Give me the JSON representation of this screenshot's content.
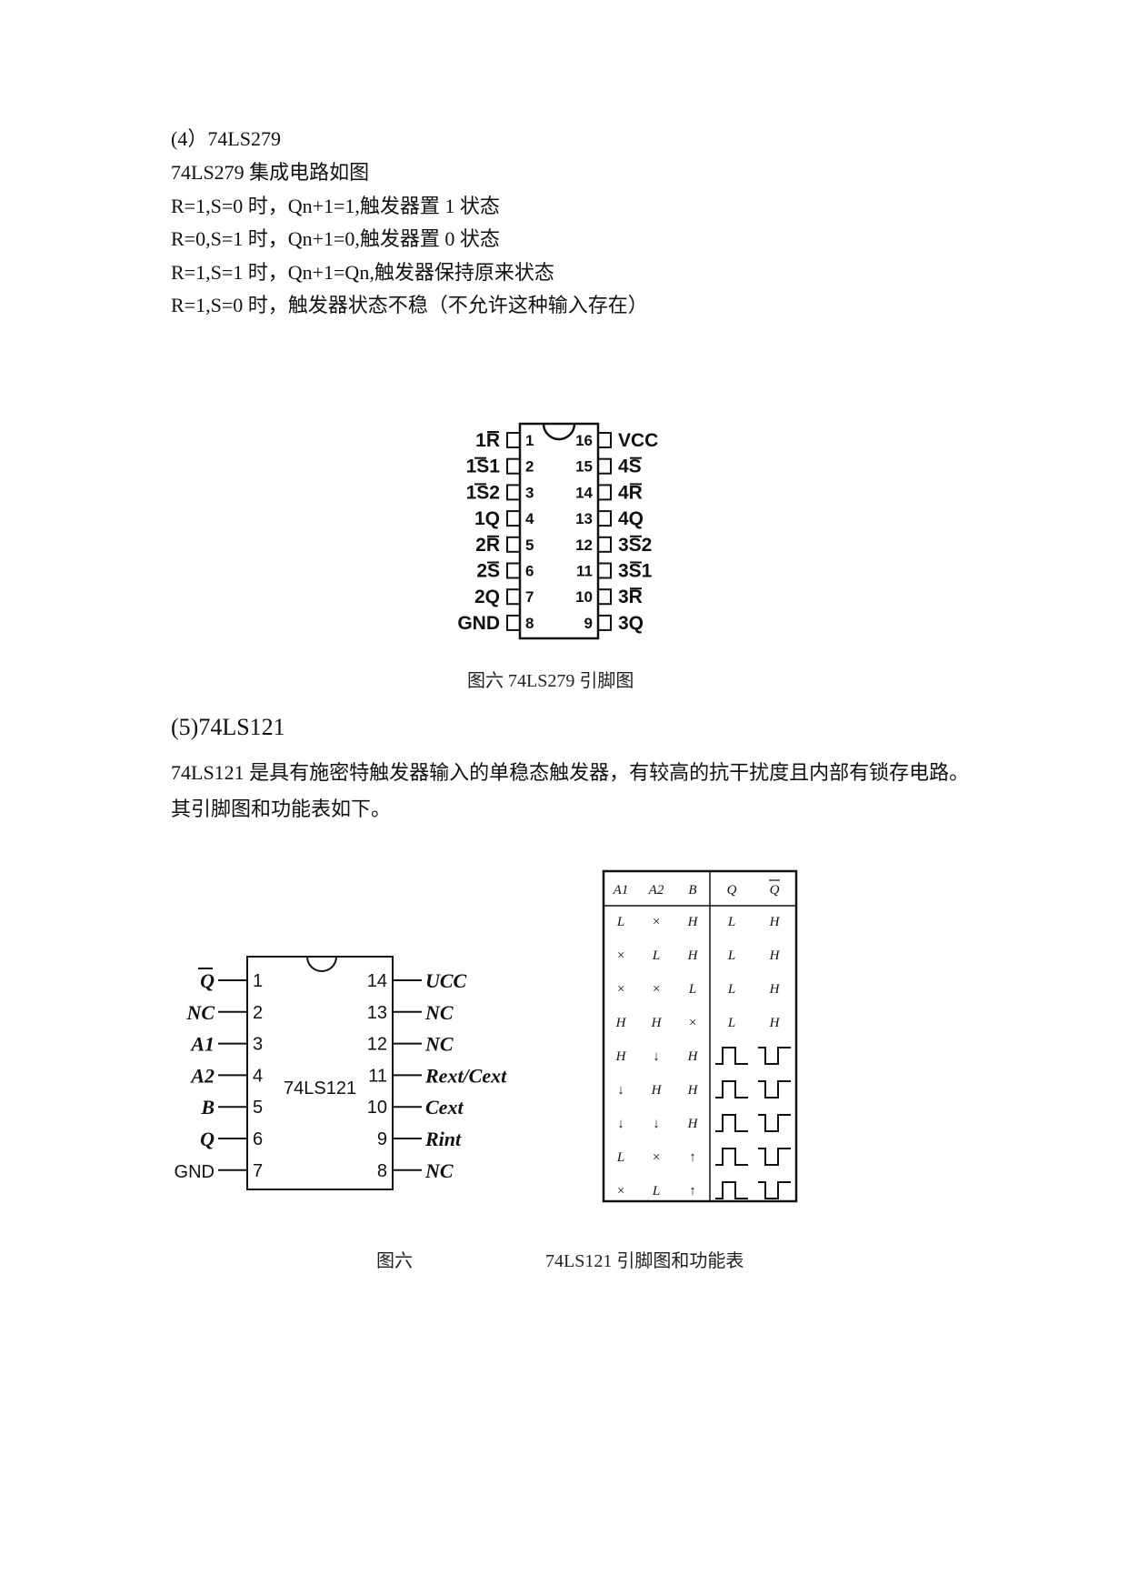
{
  "section4": {
    "heading": "(4）74LS279",
    "lines": [
      "74LS279 集成电路如图",
      "R=1,S=0 时，Qn+1=1,触发器置 1 状态",
      "R=0,S=1 时，Qn+1=0,触发器置 0 状态",
      "R=1,S=1 时，Qn+1=Qn,触发器保持原来状态",
      "R=1,S=0 时，触发器状态不稳（不允许这种输入存在）"
    ]
  },
  "fig279": {
    "left_pins": [
      {
        "num": "1",
        "label": "1R"
      },
      {
        "num": "2",
        "label": "1S1"
      },
      {
        "num": "3",
        "label": "1S2"
      },
      {
        "num": "4",
        "label": "1Q"
      },
      {
        "num": "5",
        "label": "2R"
      },
      {
        "num": "6",
        "label": "2S"
      },
      {
        "num": "7",
        "label": "2Q"
      },
      {
        "num": "8",
        "label": "GND"
      }
    ],
    "right_pins": [
      {
        "num": "16",
        "label": "VCC"
      },
      {
        "num": "15",
        "label": "4S"
      },
      {
        "num": "14",
        "label": "4R"
      },
      {
        "num": "13",
        "label": "4Q"
      },
      {
        "num": "12",
        "label": "3S2"
      },
      {
        "num": "11",
        "label": "3S1"
      },
      {
        "num": "10",
        "label": "3R"
      },
      {
        "num": "9",
        "label": "3Q"
      }
    ],
    "caption": "图六   74LS279 引脚图"
  },
  "section5": {
    "heading": "(5)74LS121",
    "paragraph": "74LS121 是具有施密特触发器输入的单稳态触发器，有较高的抗干扰度且内部有锁存电路。其引脚图和功能表如下。"
  },
  "fig121": {
    "chip_label": "74LS121",
    "left_pins": [
      {
        "num": "1",
        "label": "Q"
      },
      {
        "num": "2",
        "label": "NC"
      },
      {
        "num": "3",
        "label": "A1"
      },
      {
        "num": "4",
        "label": "A2"
      },
      {
        "num": "5",
        "label": "B"
      },
      {
        "num": "6",
        "label": "Q"
      },
      {
        "num": "7",
        "label": "GND"
      }
    ],
    "right_pins": [
      {
        "num": "14",
        "label": "UCC"
      },
      {
        "num": "13",
        "label": "NC"
      },
      {
        "num": "12",
        "label": "NC"
      },
      {
        "num": "11",
        "label": "Rext/Cext"
      },
      {
        "num": "10",
        "label": "Cext"
      },
      {
        "num": "9",
        "label": "Rint"
      },
      {
        "num": "8",
        "label": "NC"
      }
    ]
  },
  "function_table": {
    "headers": [
      "A1",
      "A2",
      "B",
      "Q",
      "Q"
    ],
    "rows": [
      [
        "L",
        "×",
        "H",
        "L",
        "H"
      ],
      [
        "×",
        "L",
        "H",
        "L",
        "H"
      ],
      [
        "×",
        "×",
        "L",
        "L",
        "H"
      ],
      [
        "H",
        "H",
        "×",
        "L",
        "H"
      ],
      [
        "H",
        "↓",
        "H",
        "pulse",
        "pulse"
      ],
      [
        "↓",
        "H",
        "H",
        "pulse",
        "pulse"
      ],
      [
        "↓",
        "↓",
        "H",
        "pulse",
        "pulse"
      ],
      [
        "L",
        "×",
        "↑",
        "pulse",
        "pulse"
      ],
      [
        "×",
        "L",
        "↑",
        "pulse",
        "pulse"
      ]
    ]
  },
  "caption121": {
    "left": "图六",
    "right": "74LS121 引脚图和功能表"
  }
}
